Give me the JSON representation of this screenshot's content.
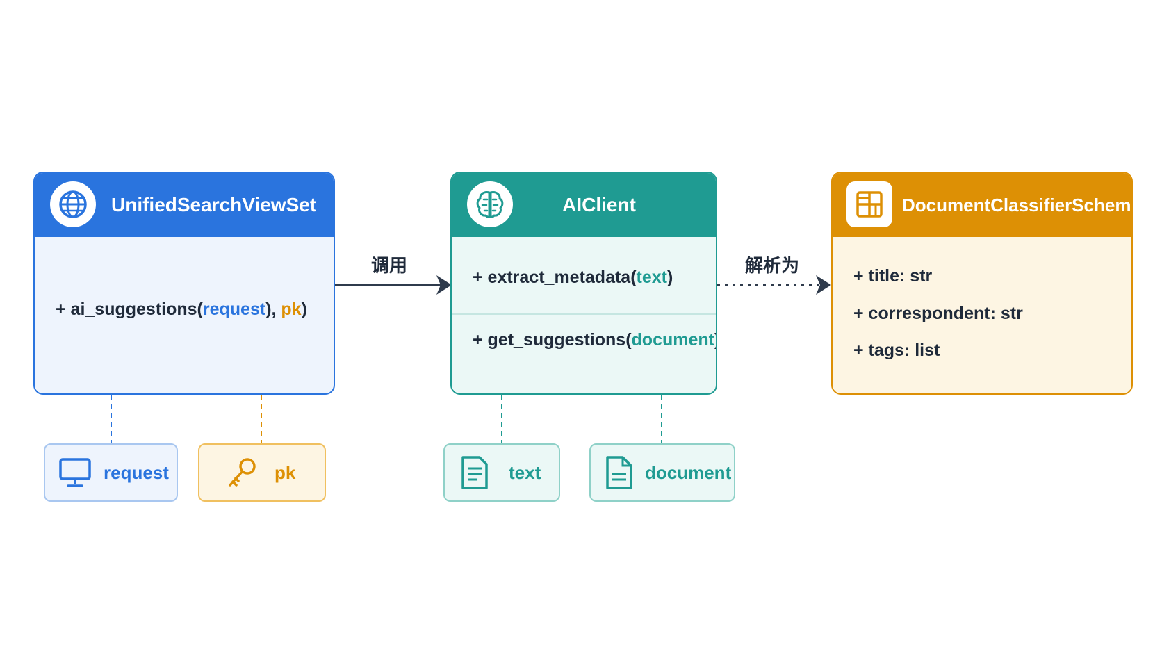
{
  "colors": {
    "blue": "#2a74de",
    "blue_bg": "#eef4fd",
    "teal": "#1f9b92",
    "teal_bg": "#ebf8f6",
    "orange": "#dd9005",
    "orange_bg": "#fdf5e3",
    "arrow": "#2f3b4c"
  },
  "boxes": [
    {
      "title": "UnifiedSearchViewSet",
      "icon": "globe-icon",
      "members": [
        {
          "prefix": "+ ",
          "name": "ai_suggestions(",
          "arg1": "request",
          "sep": "), ",
          "arg2": "pk",
          "close": ")"
        }
      ]
    },
    {
      "title": "AIClient",
      "icon": "brain-icon",
      "members": [
        {
          "prefix": "+ ",
          "name": "extract_metadata(",
          "arg": "text",
          "close": ")"
        },
        {
          "prefix": "+ ",
          "name": "get_suggestions(",
          "arg": "document",
          "close": ")"
        }
      ]
    },
    {
      "title": "DocumentClassifierSchema",
      "icon": "grid-icon",
      "fields": [
        "+ title: str",
        "+ correspondent: str",
        "+ tags: list"
      ]
    }
  ],
  "edges": [
    {
      "label": "调用",
      "style": "solid"
    },
    {
      "label": "解析为",
      "style": "dotted"
    }
  ],
  "params": [
    {
      "label": "request",
      "icon": "monitor-icon"
    },
    {
      "label": "pk",
      "icon": "key-icon"
    },
    {
      "label": "text",
      "icon": "document-icon"
    },
    {
      "label": "document",
      "icon": "file-icon"
    }
  ]
}
